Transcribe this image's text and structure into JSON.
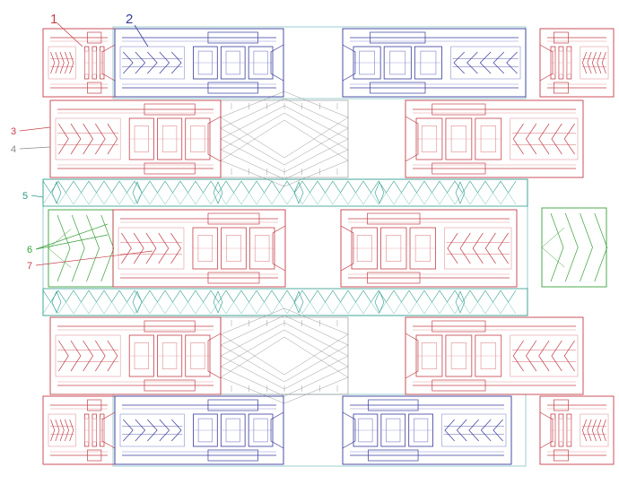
{
  "colors": {
    "red": "#c4404a",
    "redLight": "#e49a9e",
    "blue": "#353a9c",
    "blueLight": "#8b8fd0",
    "teal": "#2a9a8c",
    "tealLight": "#8fd0c6",
    "green": "#3aa03a",
    "grey": "#9a9a9a",
    "frame": "#7fc4c4"
  },
  "callouts": [
    {
      "id": "1",
      "text": "1",
      "color": "#c4404a"
    },
    {
      "id": "2",
      "text": "2",
      "color": "#353a9c"
    },
    {
      "id": "3",
      "text": "3",
      "color": "#c4404a"
    },
    {
      "id": "4",
      "text": "4",
      "color": "#8a8a8a"
    },
    {
      "id": "5",
      "text": "5",
      "color": "#2a9a8c"
    },
    {
      "id": "6",
      "text": "6",
      "color": "#3aa03a"
    },
    {
      "id": "7",
      "text": "7",
      "color": "#c4404a"
    }
  ]
}
